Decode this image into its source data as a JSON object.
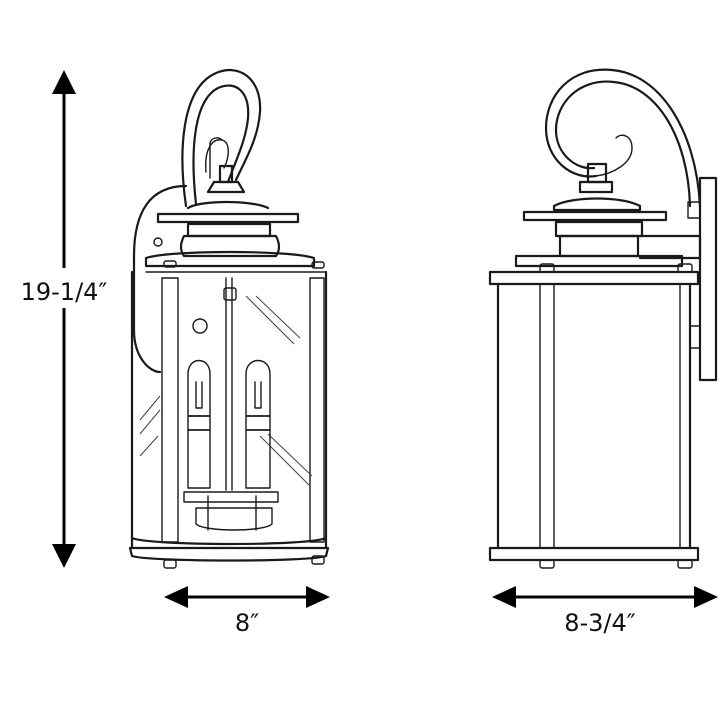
{
  "diagram": {
    "dimensions": {
      "height": "19-1/4″",
      "front_width": "8″",
      "side_width": "8-3/4″"
    }
  },
  "colors": {
    "line": "#1a1a1a",
    "arrow": "#000000",
    "background": "#ffffff"
  }
}
